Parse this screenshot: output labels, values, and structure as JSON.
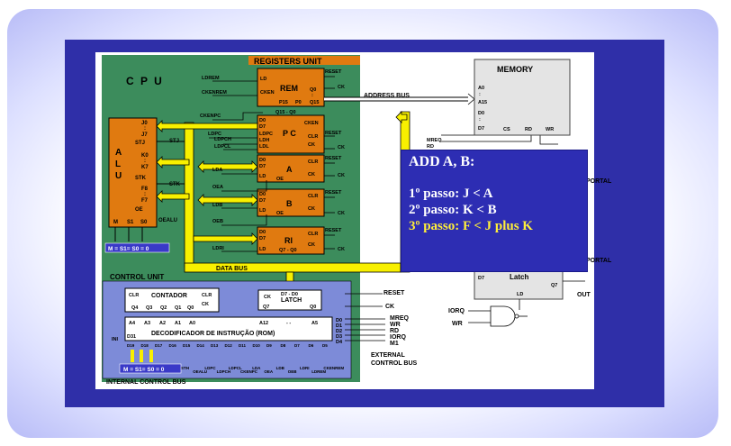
{
  "cpu": {
    "title": "C P U",
    "registers_unit_label": "REGISTERS UNIT",
    "alu": {
      "letters": [
        "A",
        "L",
        "U"
      ],
      "pins_right": [
        "J0",
        ":",
        "J7",
        "STJ",
        "K0",
        ":",
        "K7",
        "STK",
        "F8",
        ":",
        "F7",
        "OE"
      ],
      "pins_bottom": [
        "M",
        "S1",
        "S0",
        "OEALU"
      ],
      "stj_label": "STJ",
      "stk_label": "STK",
      "mode_box": "M = S1= S0 = 0"
    },
    "rem": {
      "name": "REM",
      "ld_in": "LDREM",
      "ck_in": "CKENREM",
      "pins": [
        "LD",
        "CKEN",
        "Q0",
        ":",
        "Q15",
        "P15",
        "P0",
        "RESET",
        "CK"
      ]
    },
    "pc": {
      "name": "P C",
      "pins": [
        "Q15 - Q0",
        "D0",
        "D7",
        "LDPC",
        "LDH",
        "LDL",
        "CKEN",
        "CLR",
        "CK",
        "RESET",
        "CK"
      ],
      "side_labels": [
        "CKENPC",
        "LDPC",
        "LDPCH",
        "LDPCL"
      ]
    },
    "reg_a": {
      "name": "A",
      "pins": [
        "D0",
        "D7",
        "LD",
        "OE",
        "CLR",
        "CK",
        "RESET",
        "CK"
      ],
      "side_labels": [
        "LDA",
        "OEA"
      ]
    },
    "reg_b": {
      "name": "B",
      "pins": [
        "D0",
        "D7",
        "LD",
        "OE",
        "CLR",
        "CK",
        "RESET",
        "CK"
      ],
      "side_labels": [
        "LDB",
        "OEB"
      ]
    },
    "reg_ri": {
      "name": "RI",
      "pins": [
        "D0",
        "D7",
        "LD",
        "Q7 - Q0",
        "CLR",
        "CK",
        "RESET",
        "CK"
      ],
      "side_labels": [
        "LDRI"
      ]
    },
    "data_bus_label": "DATA BUS"
  },
  "memory": {
    "title": "MEMORY",
    "pins": [
      "A0",
      ":",
      "A15",
      "D0",
      ":",
      "D7",
      "CS",
      "RD",
      "WR"
    ],
    "address_bus_label": "ADDRESS BUS",
    "side_labels": [
      "MREQ",
      "RD"
    ]
  },
  "control_unit": {
    "title": "CONTROL UNIT",
    "counter": {
      "name": "CONTADOR",
      "pins": [
        "CLR",
        "CLR",
        "CK",
        "Q4",
        "Q3",
        "Q2",
        "Q1",
        "Q0"
      ]
    },
    "latch": {
      "name": "LATCH",
      "pins": [
        "CK",
        "D7 - D0",
        "Q7",
        "Q0"
      ]
    },
    "decoder": {
      "name": "DECODIFICADOR DE INSTRUÇÃO (ROM)",
      "top_pins": [
        "A4",
        "A3",
        "A2",
        "A1",
        "A0",
        "A12",
        "- -",
        "A5"
      ],
      "left_pins": [
        "INI",
        "D31"
      ],
      "bottom_pins": [
        "D19",
        "D18",
        "D17",
        "D16",
        "D15",
        "D14",
        "D13",
        "D12",
        "D11",
        "D10",
        "D9",
        "D8",
        "D7",
        "D6",
        "D5"
      ],
      "right_pins": [
        "D0",
        "D1",
        "D2",
        "D3",
        "D4"
      ]
    },
    "control_outputs": [
      "STH",
      "OEALU",
      "LDPC",
      "LDPCH",
      "LDPCL",
      "CKENPC",
      "LDA",
      "OEA",
      "LDB",
      "OEB",
      "LDRI",
      "LDREM",
      "CKENREM"
    ],
    "external_signals": [
      "MREQ",
      "WR",
      "RD",
      "IORQ",
      "M1"
    ],
    "external_bus_label": [
      "EXTERNAL",
      "CONTROL BUS"
    ],
    "internal_bus_label": "INTERNAL  CONTROL BUS",
    "mode_box": "M = S1= S0 = 0",
    "reset_label": "RESET",
    "ck_label": "CK"
  },
  "io": {
    "port_labels": [
      "PORTAL",
      "PORTAL"
    ],
    "latch": {
      "name": "Latch",
      "pins": [
        "D7",
        "Q7",
        "LD"
      ]
    },
    "out_label": "OUT",
    "inputs": [
      "IORQ",
      "WR"
    ]
  },
  "info_panel": {
    "title": "ADD A, B:",
    "steps": [
      {
        "text": "1º passo:  J  <  A",
        "highlight": false
      },
      {
        "text": "2º passo:  K <  B",
        "highlight": false
      },
      {
        "text": "3º passo:  F  < J plus K",
        "highlight": true
      }
    ]
  },
  "colors": {
    "frame": "#2f2fa8",
    "green_board": "#3c8c5c",
    "register_orange": "#e07a10",
    "bus_yellow": "#f8f000",
    "control_blue": "#7d8bd8",
    "info_panel": "#2d2db3",
    "highlight_text": "#ffef3a"
  }
}
